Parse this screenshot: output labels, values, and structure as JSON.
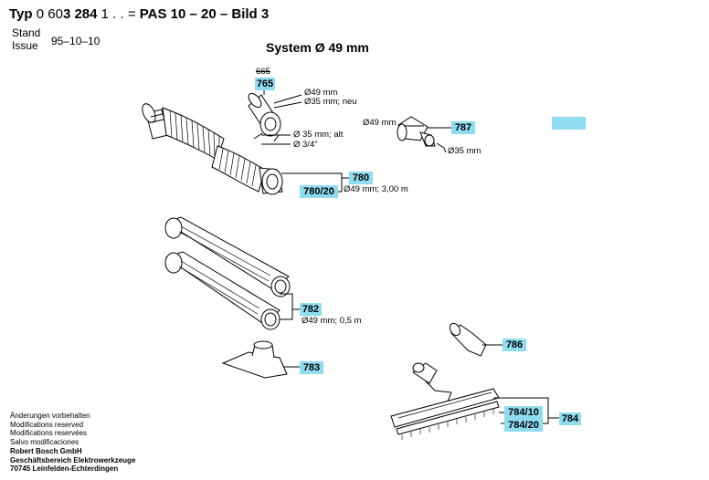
{
  "header": {
    "typ_prefix": "Typ",
    "typ_number_plain": "0 60",
    "typ_number_bold": "3 284",
    "typ_suffix": " 1 . . = ",
    "model": "PAS 10 – 20 – Bild 3"
  },
  "stand": {
    "line1": "Stand",
    "line2": "Issue",
    "date": "95–10–10"
  },
  "system_title": "System Ø 49 mm",
  "parts": {
    "p665": "665",
    "p765": "765",
    "p765_l1": "Ø49 mm",
    "p765_l2": "Ø35 mm; neu",
    "p765_l3": "Ø 35 mm; alt",
    "p765_l4": "Ø 3/4\"",
    "p787": "787",
    "p787_l1": "Ø49 mm",
    "p787_l2": "Ø35 mm",
    "p780": "780",
    "p780_20": "780/20",
    "p780_l1": "Ø49 mm; 3,00 m",
    "p782": "782",
    "p782_l1": "Ø49 mm;  0,5 m",
    "p783": "783",
    "p786": "786",
    "p784": "784",
    "p784_10": "784/10",
    "p784_20": "784/20",
    "blank": ""
  },
  "footer": {
    "l1": "Änderungen vorbehalten",
    "l2": "Modifications reserved",
    "l3": "Modifications reservées",
    "l4": "Salvo modificaciones",
    "l5": "Robert Bosch GmbH",
    "l6": "Geschäftsbereich Elektrowerkzeuge",
    "l7": "70745 Leinfelden-Echterdingen"
  },
  "colors": {
    "label_bg": "#8fdcf0",
    "line": "#000000"
  }
}
